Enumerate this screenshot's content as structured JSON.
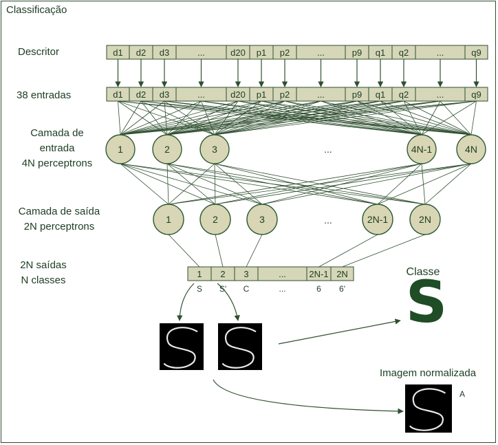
{
  "title": "Classificação",
  "labels": {
    "descritor": "Descritor",
    "entradas": "38 entradas",
    "camada_entrada": [
      "Camada de",
      "entrada",
      "4N perceptrons"
    ],
    "camada_saida": [
      "Camada de saída",
      "2N perceptrons"
    ],
    "saidas": [
      "2N saídas",
      "N classes"
    ],
    "classe": "Classe",
    "classe_letter": "S",
    "imagem_normalizada": "Imagem normalizada",
    "imagem_tag": "A"
  },
  "descriptor_cells": [
    "d1",
    "d2",
    "d3",
    "...",
    "d20",
    "p1",
    "p2",
    "...",
    "p9",
    "q1",
    "q2",
    "...",
    "q9"
  ],
  "input_cells": [
    "d1",
    "d2",
    "d3",
    "...",
    "d20",
    "p1",
    "p2",
    "...",
    "p9",
    "q1",
    "q2",
    "...",
    "q9"
  ],
  "input_layer_nodes": [
    "1",
    "2",
    "3",
    "4N-1",
    "4N"
  ],
  "input_layer_ellipsis": "...",
  "output_layer_nodes": [
    "1",
    "2",
    "3",
    "2N-1",
    "2N"
  ],
  "output_layer_ellipsis": "...",
  "output_cells": [
    "1",
    "2",
    "3",
    "...",
    "2N-1",
    "2N"
  ],
  "output_classes": [
    "S",
    "S'",
    "C",
    "...",
    "6",
    "6'"
  ],
  "colors": {
    "border": "#2e4a2f",
    "cell_fill": "#d6d6b8",
    "node_fill": "#d8d6b4",
    "class_letter": "#1f4d25"
  }
}
